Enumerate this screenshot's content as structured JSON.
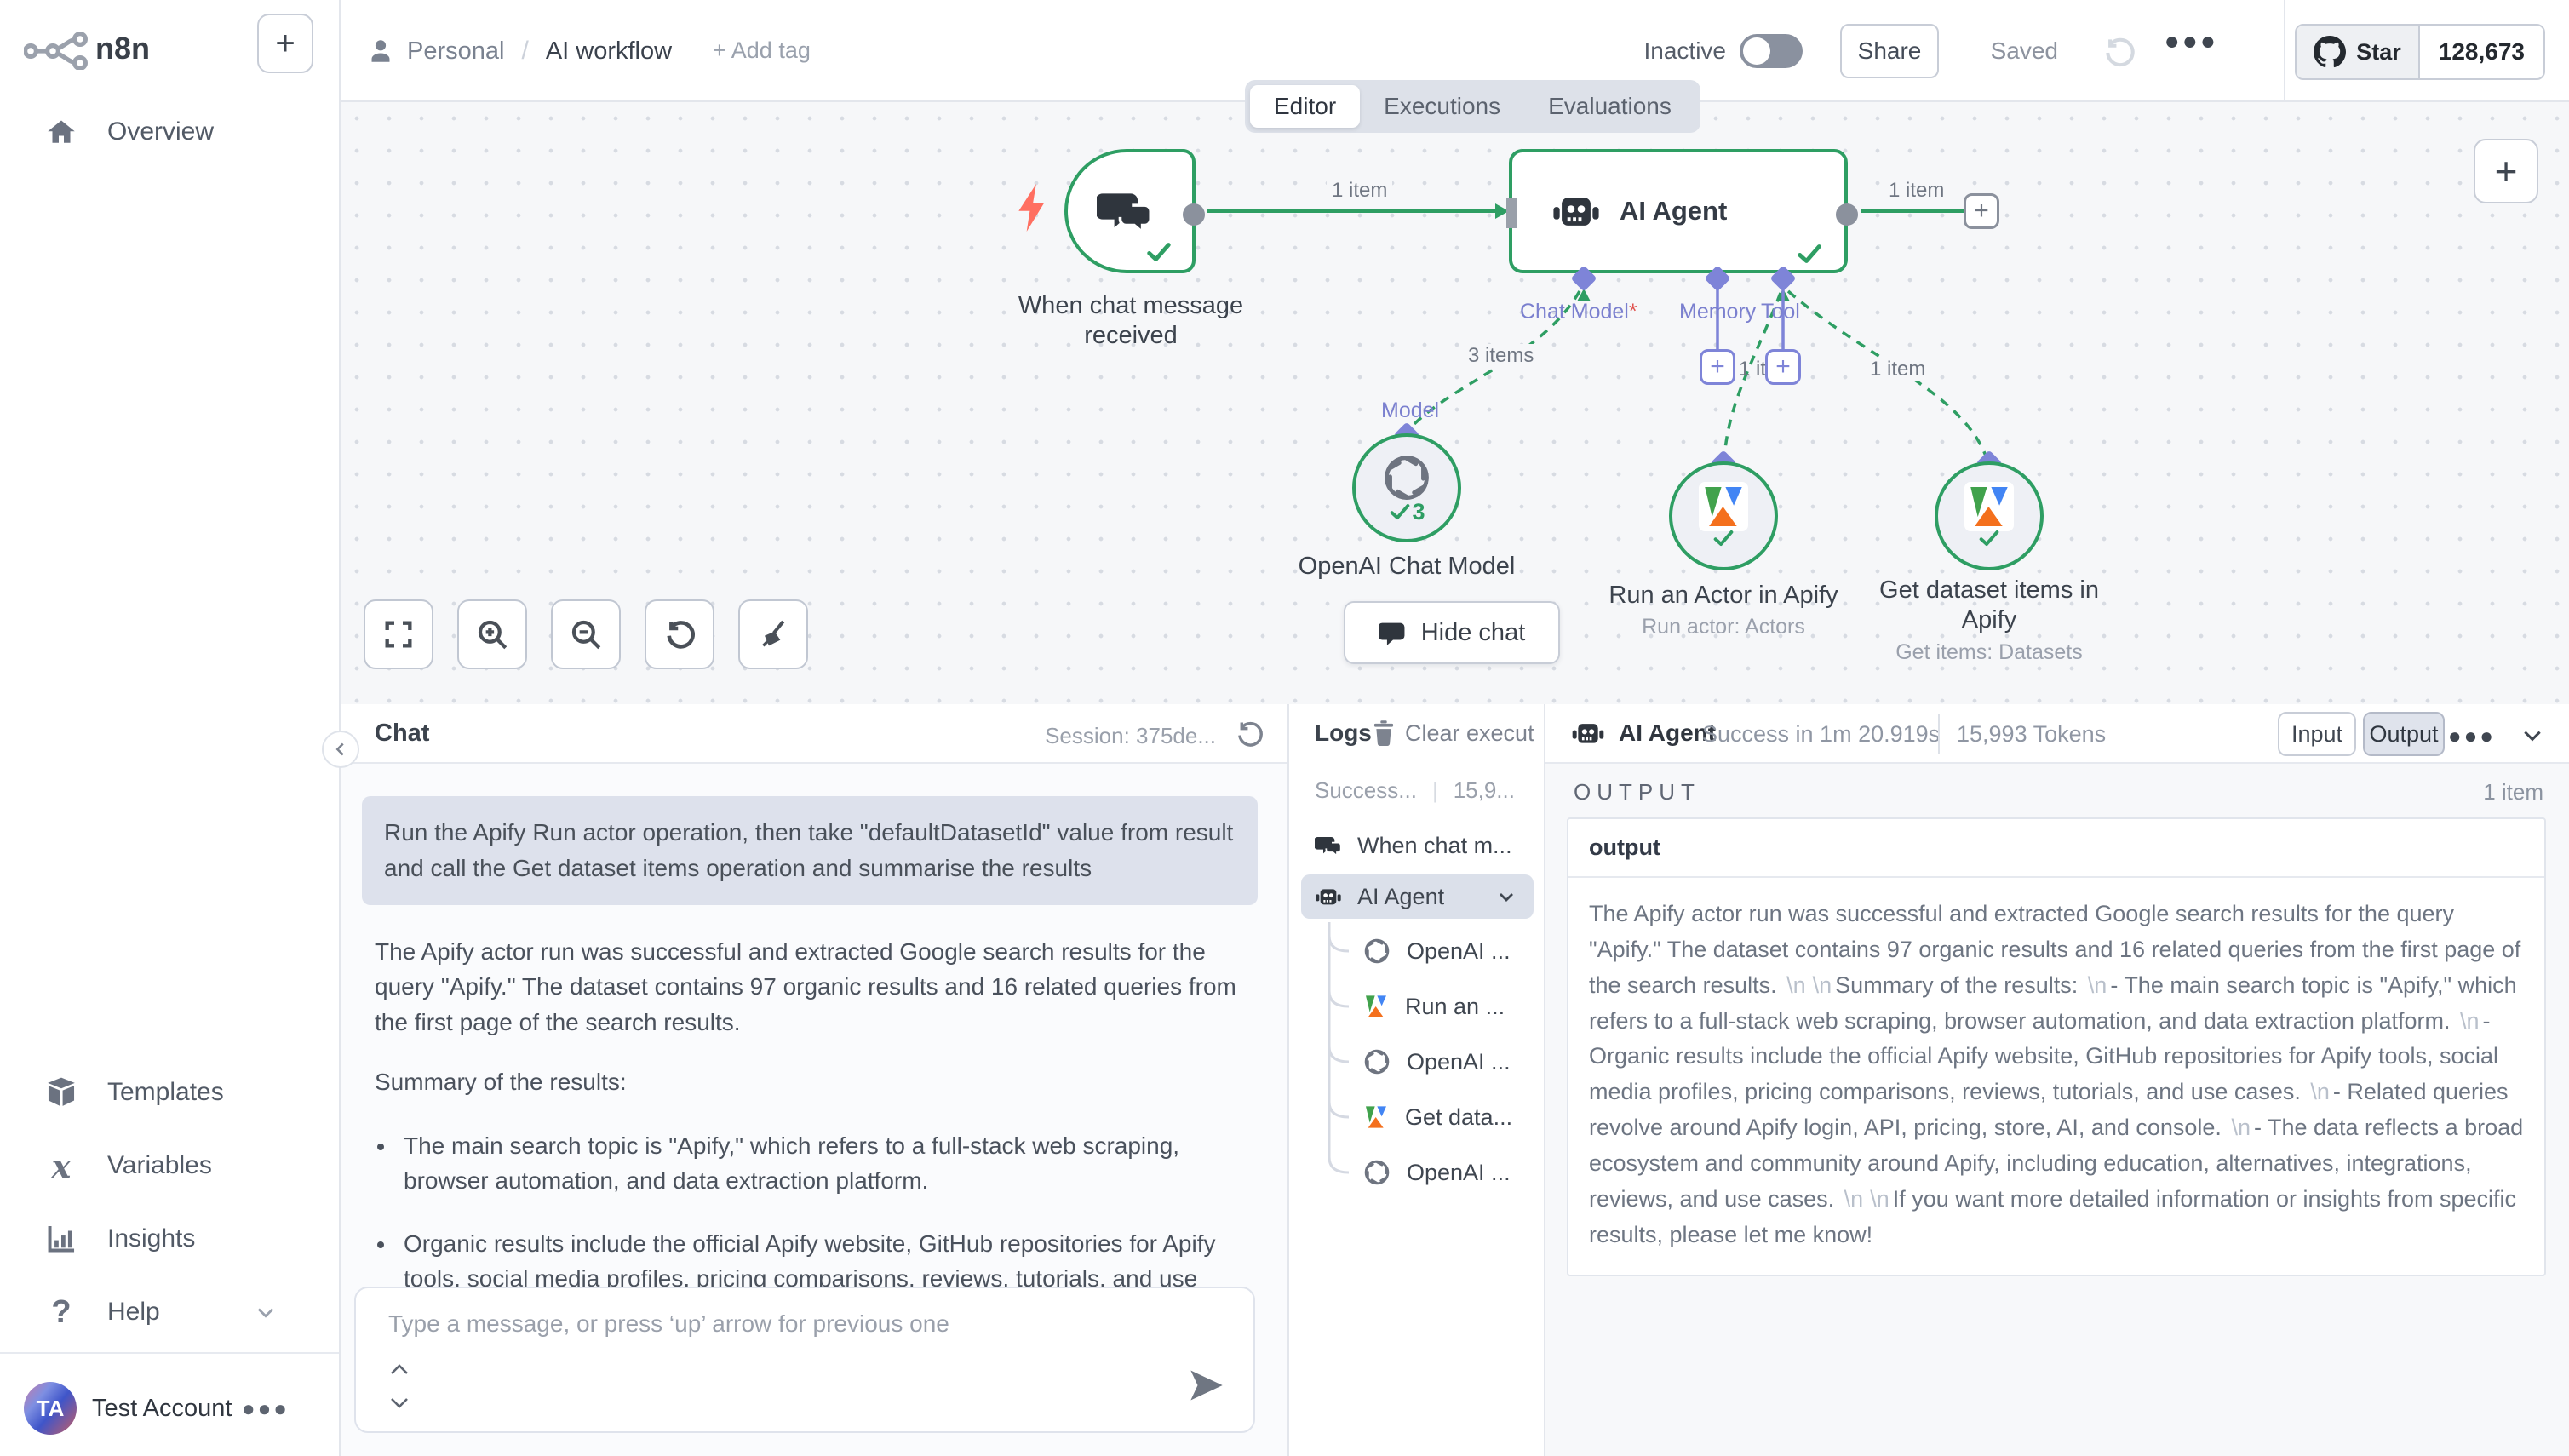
{
  "sidebar": {
    "logo_text": "n8n",
    "items_top": [
      {
        "label": "Overview"
      }
    ],
    "items_bottom": [
      {
        "label": "Templates"
      },
      {
        "label": "Variables"
      },
      {
        "label": "Insights"
      },
      {
        "label": "Help"
      }
    ],
    "account": {
      "name": "Test Account",
      "avatar_initials": "TA"
    }
  },
  "header": {
    "breadcrumb": {
      "project": "Personal",
      "separator": "/",
      "workflow": "AI workflow",
      "add_tag": "+ Add tag"
    },
    "status_label": "Inactive",
    "share_label": "Share",
    "saved_label": "Saved",
    "github": {
      "star_label": "Star",
      "star_count": "128,673"
    }
  },
  "tabs": [
    {
      "label": "Editor",
      "active": true
    },
    {
      "label": "Executions",
      "active": false
    },
    {
      "label": "Evaluations",
      "active": false
    }
  ],
  "canvas": {
    "trigger_node": {
      "title": "When chat message received"
    },
    "agent_node": {
      "title": "AI Agent",
      "ports": {
        "chat_model": "Chat Model",
        "chat_model_required": "*",
        "memory": "Memory",
        "tool": "Tool"
      }
    },
    "edges": {
      "trigger_to_agent": "1 item",
      "agent_out": "1 item",
      "model_edge": "3 items",
      "memory_edge": "1 item",
      "tool_edge_right": "1 item",
      "model_port_label": "Model"
    },
    "sub_nodes": [
      {
        "title": "OpenAI Chat Model",
        "badge": "3"
      },
      {
        "title": "Run an Actor in Apify",
        "subtitle": "Run actor: Actors"
      },
      {
        "title": "Get dataset items in Apify",
        "subtitle": "Get items: Datasets"
      }
    ],
    "hide_chat_label": "Hide chat"
  },
  "chat": {
    "title": "Chat",
    "session_label": "Session: 375de...",
    "user_message": "Run the Apify Run actor operation, then take \"defaultDatasetId\" value from result and call the Get dataset items operation and summarise the results",
    "bot_intro": "The Apify actor run was successful and extracted Google search results for the query \"Apify.\" The dataset contains 97 organic results and 16 related queries from the first page of the search results.",
    "summary_title": "Summary of the results:",
    "bullets": [
      "The main search topic is \"Apify,\" which refers to a full-stack web scraping, browser automation, and data extraction platform.",
      "Organic results include the official Apify website, GitHub repositories for Apify tools, social media profiles, pricing comparisons, reviews, tutorials, and use cases."
    ],
    "input_placeholder": "Type a message, or press ‘up’ arrow for previous one"
  },
  "logs": {
    "title": "Logs",
    "clear_label": "Clear execut",
    "columns": [
      "Success...",
      "15,9..."
    ],
    "tree": [
      {
        "label": "When chat m...",
        "icon": "chat",
        "level": 0,
        "selected": false
      },
      {
        "label": "AI Agent",
        "icon": "robot",
        "level": 0,
        "selected": true,
        "expandable": true
      },
      {
        "label": "OpenAI ...",
        "icon": "openai",
        "level": 1,
        "selected": false
      },
      {
        "label": "Run an ...",
        "icon": "apify",
        "level": 1,
        "selected": false
      },
      {
        "label": "OpenAI ...",
        "icon": "openai",
        "level": 1,
        "selected": false
      },
      {
        "label": "Get data...",
        "icon": "apify",
        "level": 1,
        "selected": false
      },
      {
        "label": "OpenAI ...",
        "icon": "openai",
        "level": 1,
        "selected": false
      }
    ]
  },
  "detail": {
    "node_title": "AI Agent",
    "status": "Success in 1m 20.919s",
    "tokens": "15,993 Tokens",
    "input_label": "Input",
    "output_label": "Output",
    "section_title": "OUTPUT",
    "items_count": "1 item",
    "column_header": "output",
    "output_segments": [
      {
        "t": "The Apify actor run was successful and extracted Google search results for the query \"Apify.\" The dataset contains 97 organic results and 16 related queries from the first page of the search results."
      },
      {
        "nl": true
      },
      {
        "nl": true
      },
      {
        "t": "Summary of the results:"
      },
      {
        "nl": true
      },
      {
        "t": "- The main search topic is \"Apify,\" which refers to a full-stack web scraping, browser automation, and data extraction platform."
      },
      {
        "nl": true
      },
      {
        "t": "- Organic results include the official Apify website, GitHub repositories for Apify tools, social media profiles, pricing comparisons, reviews, tutorials, and use cases."
      },
      {
        "nl": true
      },
      {
        "t": "- Related queries revolve around Apify login, API, pricing, store, AI, and console."
      },
      {
        "nl": true
      },
      {
        "t": "- The data reflects a broad ecosystem and community around Apify, including education, alternatives, integrations, reviews, and use cases."
      },
      {
        "nl": true
      },
      {
        "nl": true
      },
      {
        "t": "If you want more detailed information or insights from specific results, please let me know!"
      }
    ]
  },
  "colors": {
    "success_green": "#2e9e63",
    "connector_purple": "#7e84d8",
    "required_red": "#e0514d",
    "bolt_orange": "#ff6f61",
    "selected_row": "#dbe0ea",
    "canvas_bg": "#f6f7f9"
  }
}
